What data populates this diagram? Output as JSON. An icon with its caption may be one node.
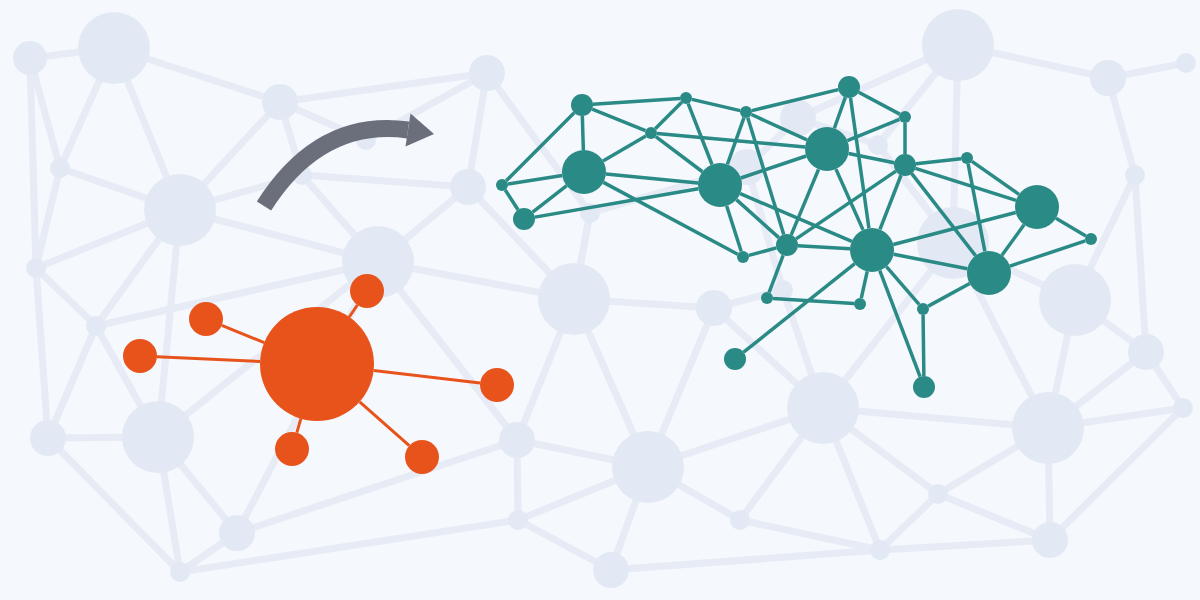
{
  "diagram": {
    "nodes": [
      {
        "text": [],
        "shape": "circle"
      },
      {
        "text": [],
        "shape": "circle"
      },
      {
        "text": [],
        "shape": "circle"
      },
      {
        "text": [],
        "shape": "circle"
      },
      {
        "text": [],
        "shape": "circle"
      },
      {
        "text": [],
        "shape": "circle"
      },
      {
        "text": [],
        "shape": "circle"
      },
      {
        "text": [],
        "shape": "circle"
      },
      {
        "text": [],
        "shape": "circle"
      },
      {
        "text": [],
        "shape": "circle"
      },
      {
        "text": [],
        "shape": "circle"
      },
      {
        "text": [],
        "shape": "circle"
      },
      {
        "text": [],
        "shape": "circle"
      },
      {
        "text": [],
        "shape": "circle"
      },
      {
        "text": [],
        "shape": "circle"
      },
      {
        "text": [],
        "shape": "circle"
      },
      {
        "text": [],
        "shape": "circle"
      },
      {
        "text": [],
        "shape": "circle"
      },
      {
        "text": [],
        "shape": "circle"
      },
      {
        "text": [],
        "shape": "circle"
      },
      {
        "text": [],
        "shape": "circle"
      },
      {
        "text": [],
        "shape": "circle"
      },
      {
        "text": [],
        "shape": "circle"
      },
      {
        "text": [],
        "shape": "circle"
      },
      {
        "text": [],
        "shape": "circle"
      },
      {
        "text": [],
        "shape": "circle"
      },
      {
        "text": [],
        "shape": "circle"
      },
      {
        "text": [],
        "shape": "circle"
      },
      {
        "text": [],
        "shape": "circle"
      },
      {
        "text": [],
        "shape": "circle"
      },
      {
        "text": [],
        "shape": "circle"
      }
    ],
    "edges": [
      {
        "from": 0,
        "to": 1,
        "arrow": "none",
        "color": "#e8531c"
      },
      {
        "from": 0,
        "to": 2,
        "arrow": "none",
        "color": "#e8531c"
      },
      {
        "from": 0,
        "to": 3,
        "arrow": "none",
        "color": "#e8531c"
      },
      {
        "from": 0,
        "to": 4,
        "arrow": "none",
        "color": "#e8531c"
      },
      {
        "from": 0,
        "to": 5,
        "arrow": "none",
        "color": "#e8531c"
      },
      {
        "from": 0,
        "to": 6,
        "arrow": "none",
        "color": "#e8531c"
      },
      {
        "from": 9,
        "to": 8,
        "arrow": "none"
      },
      {
        "from": 9,
        "to": 16,
        "arrow": "none"
      },
      {
        "from": 9,
        "to": 17,
        "arrow": "none"
      },
      {
        "from": 9,
        "to": 12,
        "arrow": "none"
      },
      {
        "from": 8,
        "to": 12,
        "arrow": "none"
      },
      {
        "from": 8,
        "to": 10,
        "arrow": "none"
      },
      {
        "from": 8,
        "to": 18,
        "arrow": "none"
      },
      {
        "from": 10,
        "to": 7,
        "arrow": "none"
      },
      {
        "from": 10,
        "to": 18,
        "arrow": "none"
      },
      {
        "from": 10,
        "to": 22,
        "arrow": "none"
      },
      {
        "from": 10,
        "to": 13,
        "arrow": "none"
      },
      {
        "from": 12,
        "to": 13,
        "arrow": "none"
      },
      {
        "from": 12,
        "to": 18,
        "arrow": "none"
      },
      {
        "from": 12,
        "to": 16,
        "arrow": "none"
      },
      {
        "from": 16,
        "to": 17,
        "arrow": "none"
      },
      {
        "from": 16,
        "to": 20,
        "arrow": "none"
      },
      {
        "from": 16,
        "to": 18,
        "arrow": "none"
      },
      {
        "from": 16,
        "to": 24,
        "arrow": "none"
      },
      {
        "from": 17,
        "to": 20,
        "arrow": "none"
      },
      {
        "from": 20,
        "to": 18,
        "arrow": "none"
      },
      {
        "from": 18,
        "to": 13,
        "arrow": "none"
      },
      {
        "from": 18,
        "to": 22,
        "arrow": "none"
      },
      {
        "from": 18,
        "to": 24,
        "arrow": "none"
      },
      {
        "from": 18,
        "to": 23,
        "arrow": "none"
      },
      {
        "from": 24,
        "to": 22,
        "arrow": "none"
      },
      {
        "from": 22,
        "to": 26,
        "arrow": "none"
      },
      {
        "from": 26,
        "to": 27,
        "arrow": "none"
      },
      {
        "from": 29,
        "to": 23,
        "arrow": "none"
      },
      {
        "from": 7,
        "to": 11,
        "arrow": "none"
      },
      {
        "from": 7,
        "to": 13,
        "arrow": "none"
      },
      {
        "from": 7,
        "to": 23,
        "arrow": "none"
      },
      {
        "from": 11,
        "to": 13,
        "arrow": "none"
      },
      {
        "from": 11,
        "to": 15,
        "arrow": "none"
      },
      {
        "from": 13,
        "to": 15,
        "arrow": "none"
      },
      {
        "from": 13,
        "to": 23,
        "arrow": "none"
      },
      {
        "from": 13,
        "to": 22,
        "arrow": "none"
      },
      {
        "from": 15,
        "to": 14,
        "arrow": "none"
      },
      {
        "from": 15,
        "to": 19,
        "arrow": "none"
      },
      {
        "from": 15,
        "to": 23,
        "arrow": "none"
      },
      {
        "from": 15,
        "to": 25,
        "arrow": "none"
      },
      {
        "from": 15,
        "to": 22,
        "arrow": "none"
      },
      {
        "from": 14,
        "to": 19,
        "arrow": "none"
      },
      {
        "from": 14,
        "to": 25,
        "arrow": "none"
      },
      {
        "from": 19,
        "to": 21,
        "arrow": "none"
      },
      {
        "from": 19,
        "to": 25,
        "arrow": "none"
      },
      {
        "from": 19,
        "to": 23,
        "arrow": "none"
      },
      {
        "from": 21,
        "to": 25,
        "arrow": "none"
      },
      {
        "from": 23,
        "to": 25,
        "arrow": "none"
      },
      {
        "from": 23,
        "to": 27,
        "arrow": "none"
      },
      {
        "from": 23,
        "to": 28,
        "arrow": "none"
      },
      {
        "from": 23,
        "to": 30,
        "arrow": "none"
      },
      {
        "from": 28,
        "to": 30,
        "arrow": "none"
      },
      {
        "from": 28,
        "to": 25,
        "arrow": "none"
      },
      {
        "from": 22,
        "to": 23,
        "arrow": "none"
      }
    ]
  }
}
